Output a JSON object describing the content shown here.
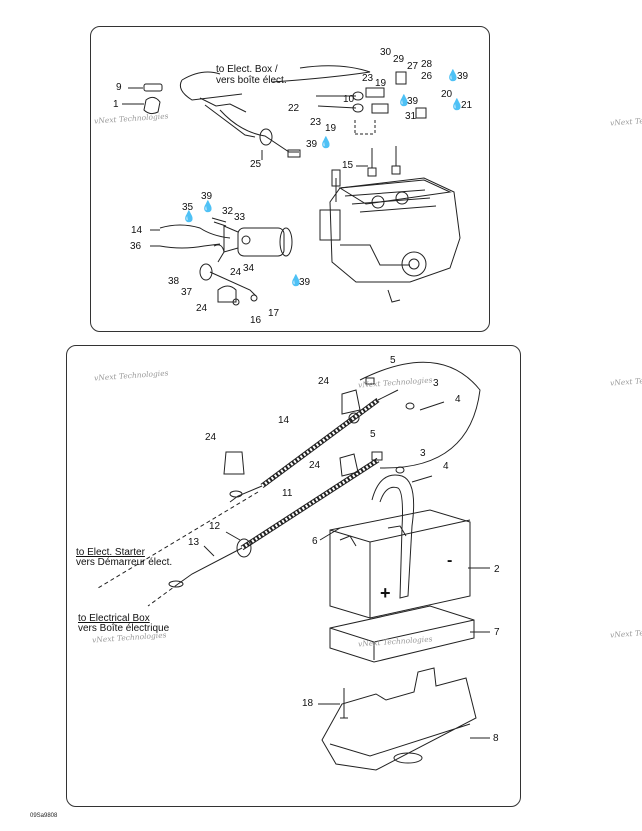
{
  "figure_code": "09Sa9808",
  "watermark": "vNext Technologies",
  "drop_icon": "💧",
  "top_panel": {
    "to_box_line1": "to Elect. Box /",
    "to_box_line2": "vers boîte élect.",
    "callouts": [
      "9",
      "1",
      "22",
      "23",
      "23",
      "19",
      "10",
      "19",
      "30",
      "29",
      "27",
      "28",
      "26",
      "39",
      "20",
      "21",
      "39",
      "31",
      "25",
      "39",
      "15",
      "35",
      "39",
      "32",
      "33",
      "14",
      "36",
      "24",
      "34",
      "38",
      "37",
      "39",
      "24",
      "17",
      "16"
    ]
  },
  "bottom_panel": {
    "to_starter_line1": "to Elect. Starter",
    "to_starter_line2": "vers Démarreur élect.",
    "to_box_line1": "to Electrical Box",
    "to_box_line2": "vers Boîte électrique",
    "callouts": [
      "5",
      "24",
      "3",
      "4",
      "14",
      "5",
      "24",
      "24",
      "3",
      "4",
      "11",
      "12",
      "6",
      "13",
      "2",
      "7",
      "18",
      "8"
    ],
    "battery_minus": "-",
    "battery_plus": "+"
  }
}
